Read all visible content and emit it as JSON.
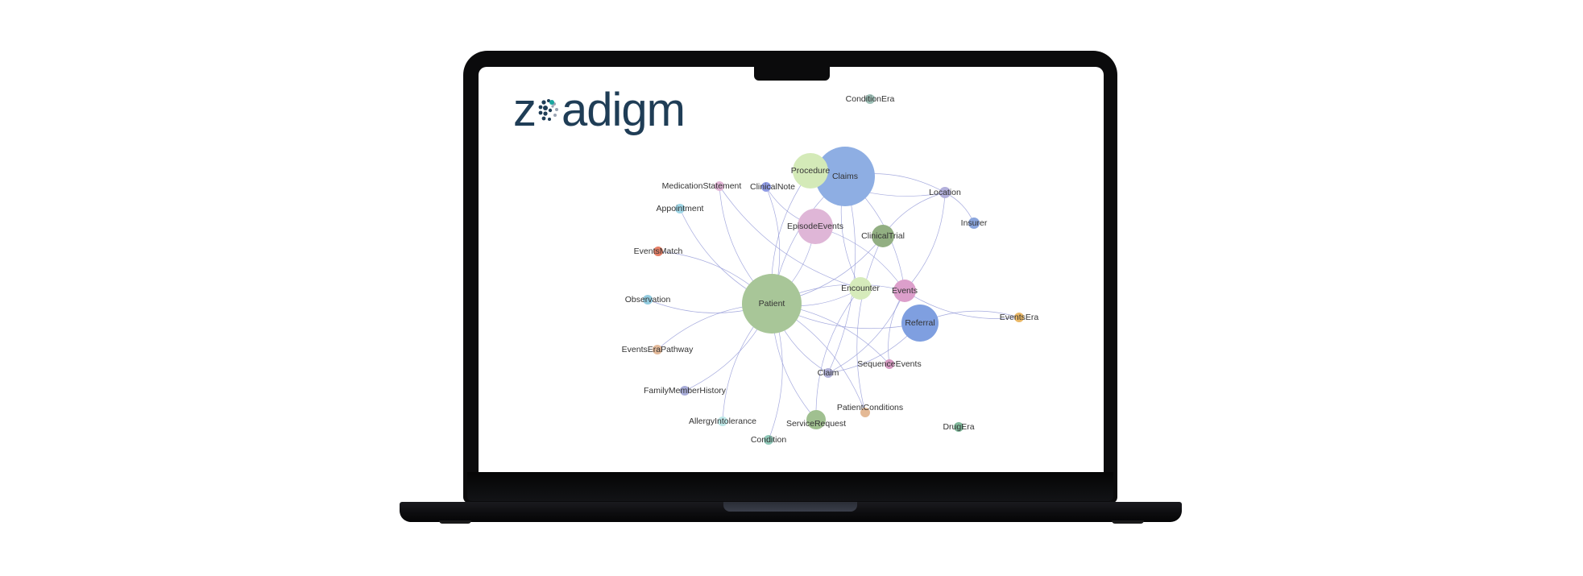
{
  "logo": {
    "text": "zoadigm",
    "prefix": "z",
    "suffix": "adigm",
    "color": "#1f3d56"
  },
  "graph": {
    "edge_color": "#8f95d6",
    "nodes": [
      {
        "id": "Patient",
        "color": "#a8c698"
      },
      {
        "id": "Claims",
        "color": "#8eaee3"
      },
      {
        "id": "Procedure",
        "color": "#d4eab8"
      },
      {
        "id": "EpisodeEvents",
        "color": "#dfb6d7"
      },
      {
        "id": "ClinicalTrial",
        "color": "#92af82"
      },
      {
        "id": "Encounter",
        "color": "#d6ebbb"
      },
      {
        "id": "Events",
        "color": "#dc9fcb"
      },
      {
        "id": "Referral",
        "color": "#7f9fe0"
      },
      {
        "id": "ServiceRequest",
        "color": "#a0c090"
      },
      {
        "id": "ConditionEra",
        "color": "#9dbfb6"
      },
      {
        "id": "MedicationStatement",
        "color": "#e2b5d6"
      },
      {
        "id": "ClinicalNote",
        "color": "#8e9ae3"
      },
      {
        "id": "Location",
        "color": "#b3b0dc"
      },
      {
        "id": "Insurer",
        "color": "#8aa5dd"
      },
      {
        "id": "Appointment",
        "color": "#9fd6e6"
      },
      {
        "id": "EventsMatch",
        "color": "#e57f66"
      },
      {
        "id": "Observation",
        "color": "#93cce0"
      },
      {
        "id": "EventsEraPathway",
        "color": "#e3b999"
      },
      {
        "id": "EventsEra",
        "color": "#eab866"
      },
      {
        "id": "SequenceEvents",
        "color": "#d79ac2"
      },
      {
        "id": "Claim",
        "color": "#b0b0d8"
      },
      {
        "id": "FamilyMemberHistory",
        "color": "#a8acd8"
      },
      {
        "id": "PatientConditions",
        "color": "#e4b995"
      },
      {
        "id": "AllergyIntolerance",
        "color": "#bfe8e8"
      },
      {
        "id": "Condition",
        "color": "#8fc8b8"
      },
      {
        "id": "DrugEra",
        "color": "#7fb89a"
      }
    ],
    "edges": [
      [
        "Patient",
        "MedicationStatement"
      ],
      [
        "Patient",
        "ClinicalNote"
      ],
      [
        "Patient",
        "Appointment"
      ],
      [
        "Patient",
        "EventsMatch"
      ],
      [
        "Patient",
        "Observation"
      ],
      [
        "Patient",
        "EventsEraPathway"
      ],
      [
        "Patient",
        "FamilyMemberHistory"
      ],
      [
        "Patient",
        "AllergyIntolerance"
      ],
      [
        "Patient",
        "Condition"
      ],
      [
        "Patient",
        "ServiceRequest"
      ],
      [
        "Patient",
        "PatientConditions"
      ],
      [
        "Patient",
        "Claim"
      ],
      [
        "Patient",
        "SequenceEvents"
      ],
      [
        "Patient",
        "Referral"
      ],
      [
        "Patient",
        "Events"
      ],
      [
        "Patient",
        "Encounter"
      ],
      [
        "Patient",
        "Procedure"
      ],
      [
        "Patient",
        "EpisodeEvents"
      ],
      [
        "Patient",
        "Claims"
      ],
      [
        "Patient",
        "ClinicalTrial"
      ],
      [
        "Claims",
        "Location"
      ],
      [
        "Procedure",
        "Location"
      ],
      [
        "Location",
        "Insurer"
      ],
      [
        "Location",
        "ClinicalTrial"
      ],
      [
        "Location",
        "Events"
      ],
      [
        "Events",
        "EventsEra"
      ],
      [
        "Referral",
        "EventsEra"
      ],
      [
        "Claims",
        "Encounter"
      ],
      [
        "Claims",
        "Events"
      ],
      [
        "ClinicalNote",
        "EpisodeEvents"
      ],
      [
        "EpisodeEvents",
        "Events"
      ],
      [
        "Events",
        "SequenceEvents"
      ],
      [
        "Events",
        "Claim"
      ],
      [
        "Encounter",
        "ServiceRequest"
      ],
      [
        "Claims",
        "Claim"
      ],
      [
        "MedicationStatement",
        "Encounter"
      ],
      [
        "Referral",
        "Claim"
      ],
      [
        "ClinicalTrial",
        "PatientConditions"
      ]
    ]
  }
}
